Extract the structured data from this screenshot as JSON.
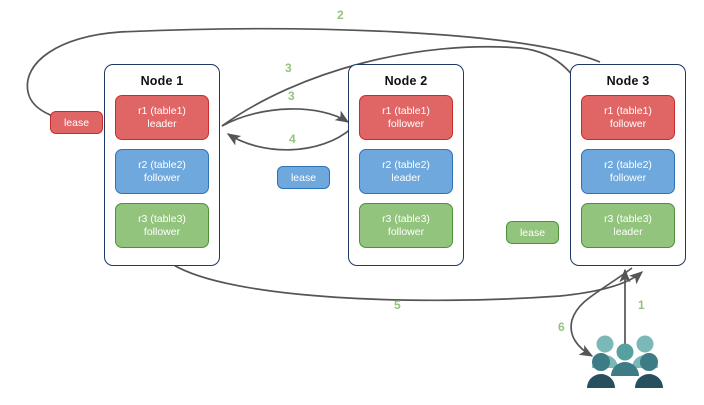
{
  "diagram": {
    "title": "distributed-range-lease-flow",
    "colors": {
      "range_red": "#e06666",
      "range_red_border": "#cc2b2b",
      "range_blue": "#6fa8dc",
      "range_blue_border": "#2f72b5",
      "range_green": "#93c47d",
      "range_green_border": "#4f9138",
      "node_border": "#1f3864",
      "arrow": "#555555",
      "step_label": "#93c47d",
      "people_light": "#7cb8b8",
      "people_mid": "#56a0a0",
      "people_dark": "#3d7b85",
      "people_darkest": "#27505e"
    }
  },
  "nodes": [
    {
      "title": "Node 1",
      "ranges": [
        {
          "name": "r1 (table1)",
          "role": "leader",
          "color": "red"
        },
        {
          "name": "r2 (table2)",
          "role": "follower",
          "color": "blue"
        },
        {
          "name": "r3 (table3)",
          "role": "follower",
          "color": "green"
        }
      ]
    },
    {
      "title": "Node 2",
      "ranges": [
        {
          "name": "r1 (table1)",
          "role": "follower",
          "color": "red"
        },
        {
          "name": "r2 (table2)",
          "role": "leader",
          "color": "blue"
        },
        {
          "name": "r3 (table3)",
          "role": "follower",
          "color": "green"
        }
      ]
    },
    {
      "title": "Node 3",
      "ranges": [
        {
          "name": "r1 (table1)",
          "role": "follower",
          "color": "red"
        },
        {
          "name": "r2 (table2)",
          "role": "follower",
          "color": "blue"
        },
        {
          "name": "r3 (table3)",
          "role": "leader",
          "color": "green"
        }
      ]
    }
  ],
  "leases": [
    {
      "label": "lease",
      "color": "red"
    },
    {
      "label": "lease",
      "color": "blue"
    },
    {
      "label": "lease",
      "color": "green"
    }
  ],
  "steps": [
    {
      "label": "1"
    },
    {
      "label": "2"
    },
    {
      "label": "3"
    },
    {
      "label": "3"
    },
    {
      "label": "4"
    },
    {
      "label": "5"
    },
    {
      "label": "6"
    }
  ],
  "actors": {
    "icon": "people-group-icon",
    "count": 5
  }
}
